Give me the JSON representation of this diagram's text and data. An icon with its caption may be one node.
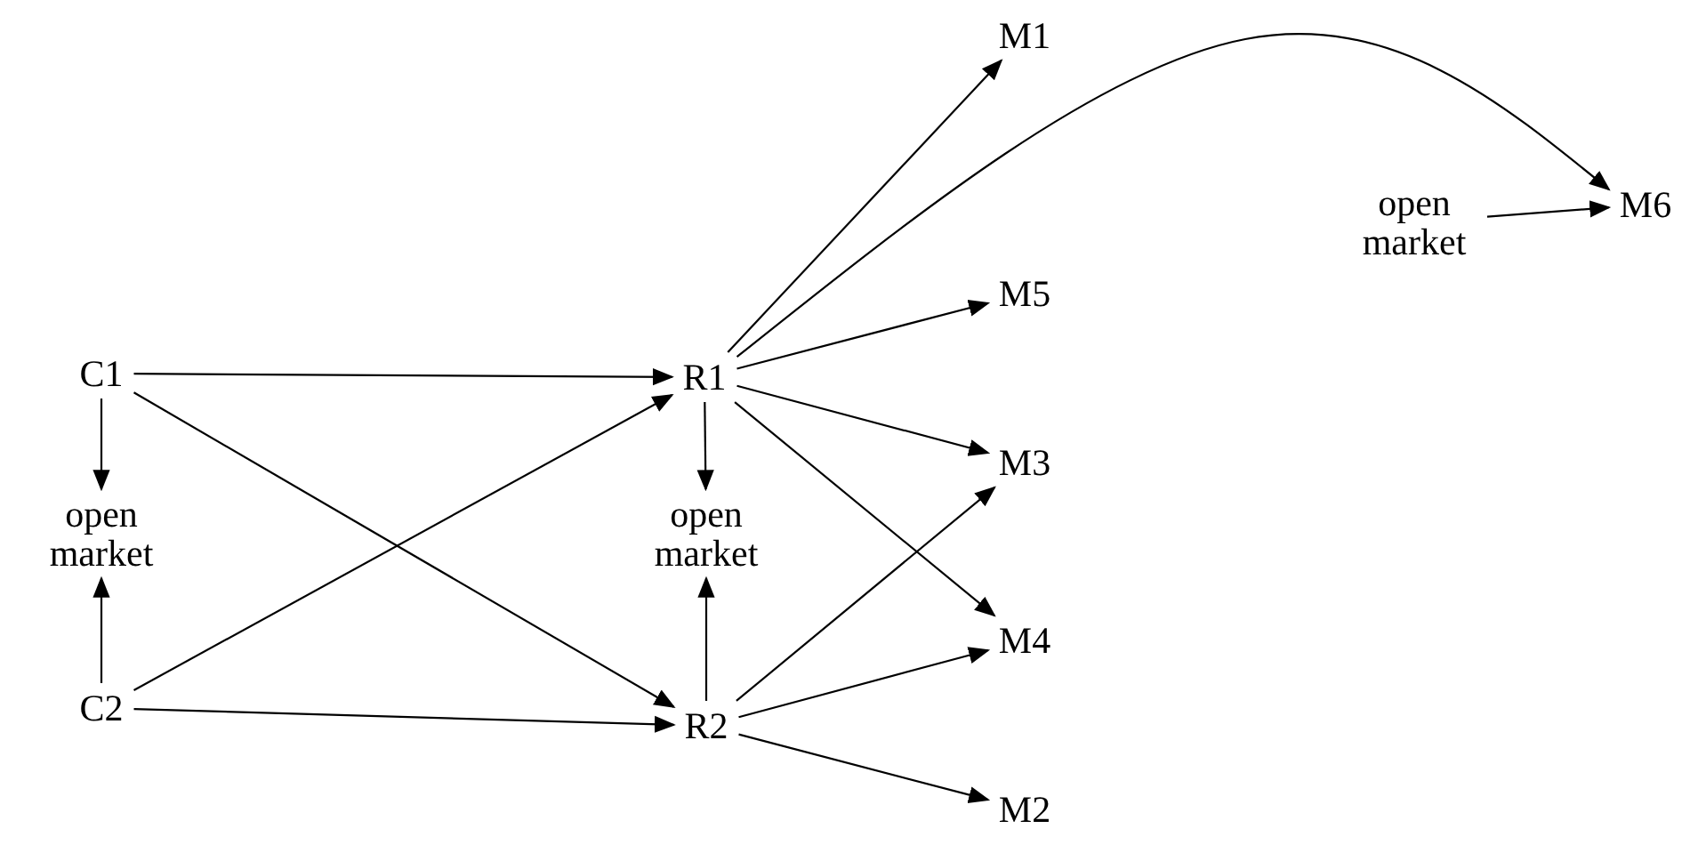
{
  "diagram": {
    "nodes": [
      {
        "text": [
          "M1"
        ]
      },
      {
        "text": [
          "M6"
        ]
      },
      {
        "text": [
          "open market"
        ]
      },
      {
        "text": [
          "M5"
        ]
      },
      {
        "text": [
          "C1"
        ]
      },
      {
        "text": [
          "R1"
        ]
      },
      {
        "text": [
          "M3"
        ]
      },
      {
        "text": [
          "open market"
        ]
      },
      {
        "text": [
          "open market"
        ]
      },
      {
        "text": [
          "M4"
        ]
      },
      {
        "text": [
          "C2"
        ]
      },
      {
        "text": [
          "R2"
        ]
      },
      {
        "text": [
          "M2"
        ]
      }
    ],
    "edges": [
      {
        "from": 4,
        "to": 5,
        "arrow": "to"
      },
      {
        "from": 4,
        "to": 11,
        "arrow": "to"
      },
      {
        "from": 4,
        "to": 7,
        "arrow": "to"
      },
      {
        "from": 10,
        "to": 7,
        "arrow": "to"
      },
      {
        "from": 10,
        "to": 5,
        "arrow": "to"
      },
      {
        "from": 10,
        "to": 11,
        "arrow": "to"
      },
      {
        "from": 5,
        "to": 8,
        "arrow": "to"
      },
      {
        "from": 11,
        "to": 8,
        "arrow": "to"
      },
      {
        "from": 5,
        "to": 0,
        "arrow": "to"
      },
      {
        "from": 5,
        "to": 1,
        "arrow": "to"
      },
      {
        "from": 5,
        "to": 3,
        "arrow": "to"
      },
      {
        "from": 5,
        "to": 6,
        "arrow": "to"
      },
      {
        "from": 5,
        "to": 9,
        "arrow": "to"
      },
      {
        "from": 11,
        "to": 6,
        "arrow": "to"
      },
      {
        "from": 11,
        "to": 9,
        "arrow": "to"
      },
      {
        "from": 11,
        "to": 12,
        "arrow": "to"
      },
      {
        "from": 2,
        "to": 1,
        "arrow": "to"
      }
    ]
  }
}
